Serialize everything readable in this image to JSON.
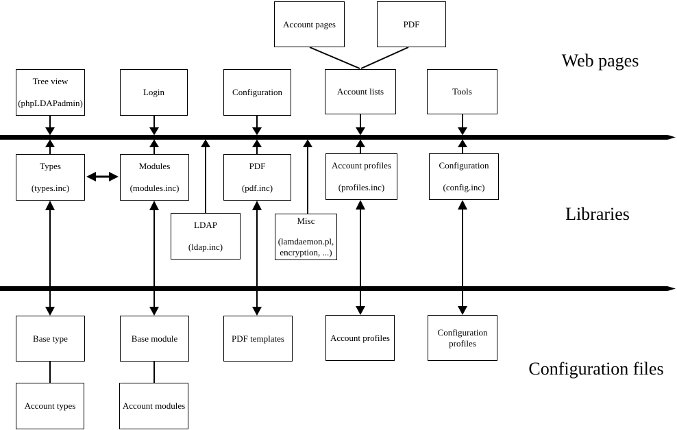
{
  "diagram": {
    "section_labels": {
      "web_pages": "Web pages",
      "libraries": "Libraries",
      "configuration_files": "Configuration files"
    },
    "boxes": {
      "account-pages": {
        "lines": [
          "Account pages"
        ]
      },
      "pdf-page": {
        "lines": [
          "PDF"
        ]
      },
      "tree-view": {
        "lines": [
          "Tree view",
          "(phpLDAPadmin)"
        ]
      },
      "login": {
        "lines": [
          "Login"
        ]
      },
      "configuration-page": {
        "lines": [
          "Configuration"
        ]
      },
      "account-lists": {
        "lines": [
          "Account lists"
        ]
      },
      "tools": {
        "lines": [
          "Tools"
        ]
      },
      "types-lib": {
        "lines": [
          "Types",
          "(types.inc)"
        ]
      },
      "modules-lib": {
        "lines": [
          "Modules",
          "(modules.inc)"
        ]
      },
      "pdf-lib": {
        "lines": [
          "PDF",
          "(pdf.inc)"
        ]
      },
      "account-profiles-lib": {
        "lines": [
          "Account profiles",
          "(profiles.inc)"
        ]
      },
      "configuration-lib": {
        "lines": [
          "Configuration",
          "(config.inc)"
        ]
      },
      "ldap-lib": {
        "lines": [
          "LDAP",
          "(ldap.inc)"
        ]
      },
      "misc-lib": {
        "lines": [
          "Misc",
          "(lamdaemon.pl,",
          "encryption, ...)"
        ]
      },
      "base-type": {
        "lines": [
          "Base type"
        ]
      },
      "base-module": {
        "lines": [
          "Base module"
        ]
      },
      "pdf-templates": {
        "lines": [
          "PDF templates"
        ]
      },
      "account-profiles-config": {
        "lines": [
          "Account profiles"
        ]
      },
      "configuration-profiles": {
        "lines": [
          "Configuration",
          "profiles"
        ]
      },
      "account-types": {
        "lines": [
          "Account types"
        ]
      },
      "account-modules": {
        "lines": [
          "Account modules"
        ]
      }
    },
    "colors": {
      "line": "#000000",
      "background": "#ffffff",
      "box_border": "#000000"
    }
  }
}
